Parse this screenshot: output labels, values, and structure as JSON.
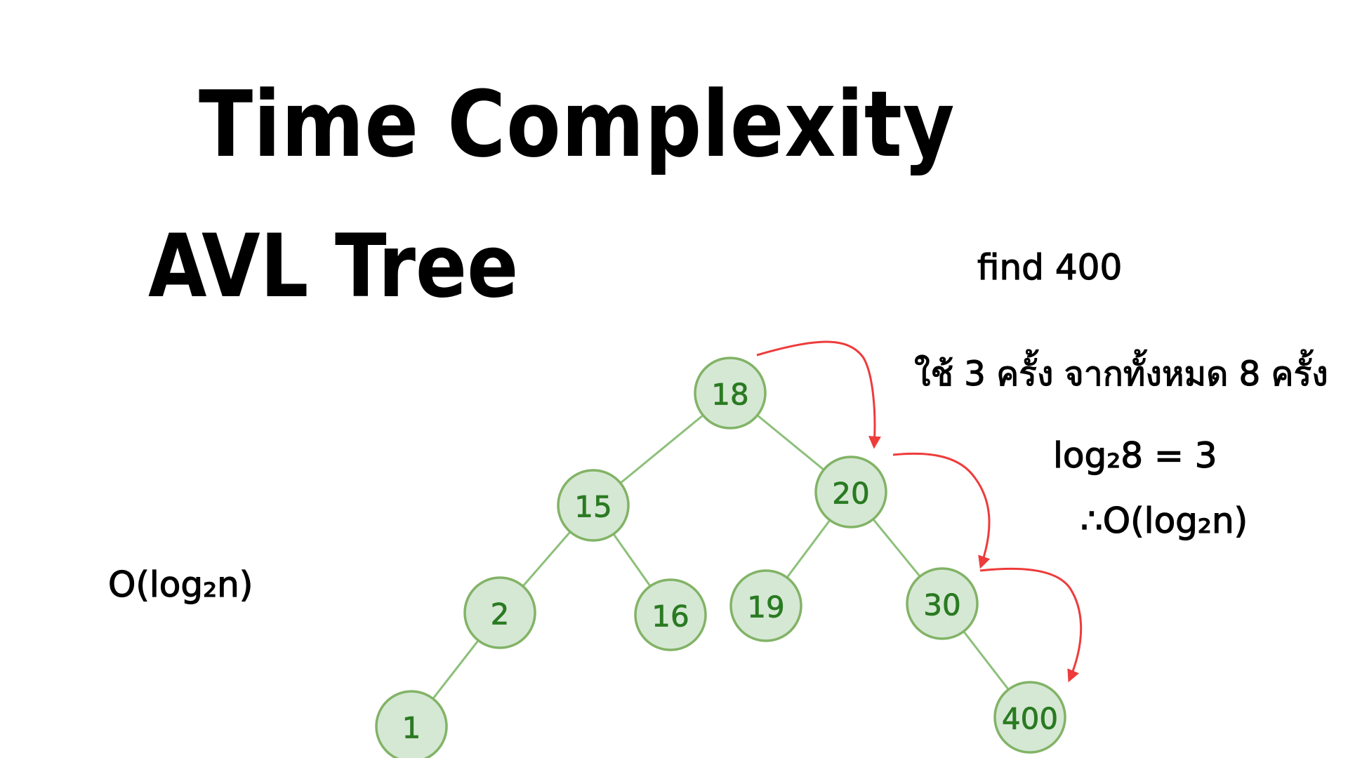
{
  "title": "Time Complexity",
  "subtitle": "AVL Tree",
  "notes": {
    "find": "find 400",
    "steps_thai": "ใช้ 3 ครั้ง จากทั้งหมด 8 ครั้ง",
    "log_eq": "log₂8 = 3",
    "therefore": "∴O(log₂n)",
    "complexity": "O(log₂n)"
  },
  "tree": {
    "nodes": [
      {
        "id": "n18",
        "label": "18"
      },
      {
        "id": "n15",
        "label": "15"
      },
      {
        "id": "n20",
        "label": "20"
      },
      {
        "id": "n2",
        "label": "2"
      },
      {
        "id": "n16",
        "label": "16"
      },
      {
        "id": "n19",
        "label": "19"
      },
      {
        "id": "n30",
        "label": "30"
      },
      {
        "id": "n1",
        "label": "1"
      },
      {
        "id": "n400",
        "label": "400"
      }
    ],
    "edges": [
      [
        "n18",
        "n15"
      ],
      [
        "n18",
        "n20"
      ],
      [
        "n15",
        "n2"
      ],
      [
        "n15",
        "n16"
      ],
      [
        "n20",
        "n19"
      ],
      [
        "n20",
        "n30"
      ],
      [
        "n2",
        "n1"
      ],
      [
        "n30",
        "n400"
      ]
    ],
    "search_path": [
      "n18",
      "n20",
      "n30",
      "n400"
    ]
  },
  "colors": {
    "node_fill": "#d5e8d4",
    "node_stroke": "#82b366",
    "node_text": "#2a7a22",
    "edge": "#8dc07a",
    "search_arrow": "#ee3b3b"
  }
}
